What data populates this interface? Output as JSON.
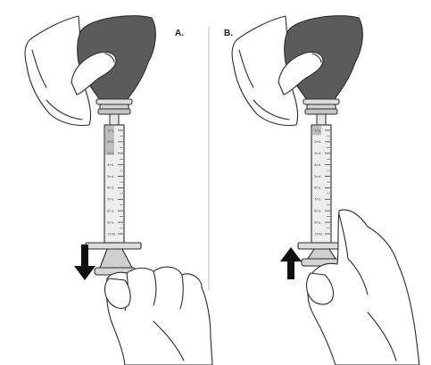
{
  "panels": [
    {
      "id": "a",
      "label": "A.",
      "arrow_direction": "down",
      "fill_level": 0.25,
      "scale_marks": [
        "1mL",
        "2mL",
        "3mL",
        "4mL",
        "5mL",
        "6mL",
        "7mL",
        "8mL",
        "9mL",
        "10mL"
      ]
    },
    {
      "id": "b",
      "label": "B.",
      "arrow_direction": "up",
      "fill_level": 0.08,
      "scale_marks": [
        "1mL",
        "2mL",
        "3mL",
        "4mL",
        "5mL",
        "6mL",
        "7mL",
        "8mL",
        "9mL",
        "10mL"
      ]
    }
  ],
  "colors": {
    "bulb": "#5b5b5b",
    "fluid": "#bdbdbd",
    "barrel": "#eeeeee",
    "plunger": "#c8c8c8",
    "outline": "#2a2a2a",
    "divider": "#b8b8b8",
    "arrow": "#111111"
  }
}
